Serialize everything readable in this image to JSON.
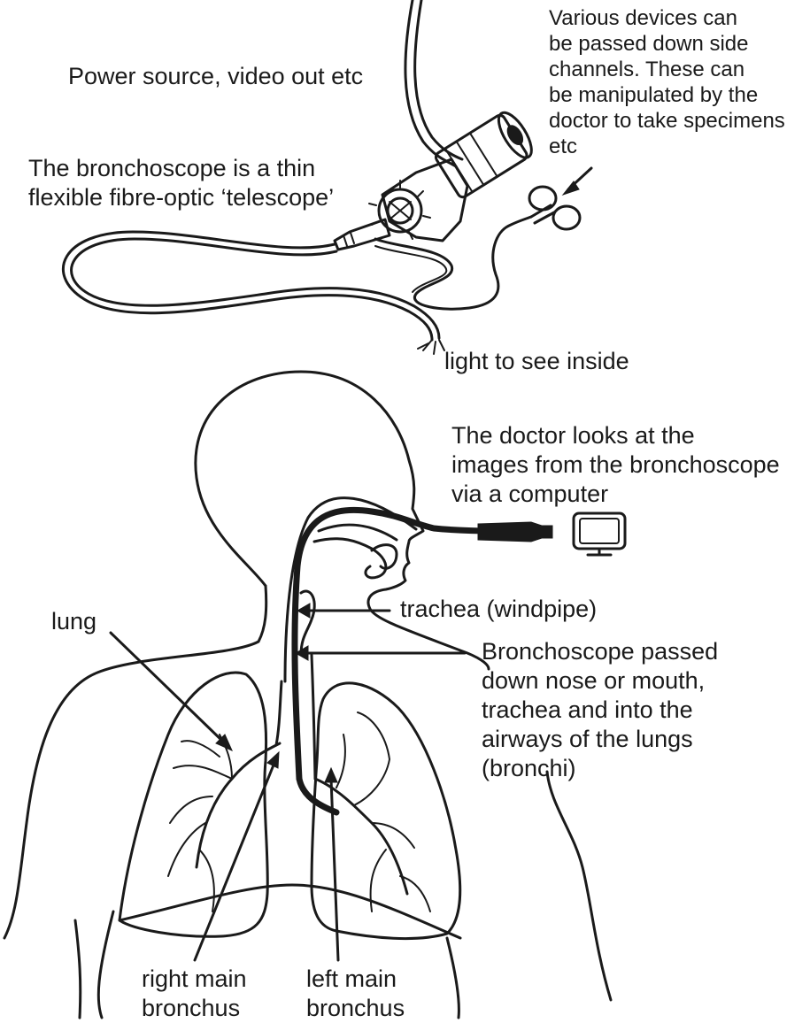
{
  "labels": {
    "power_source": "Power source, video out etc",
    "devices": [
      "Various devices can",
      "be passed down side",
      "channels. These can",
      "be manipulated by the",
      "doctor to take specimens",
      "etc"
    ],
    "bronchoscope_desc": [
      "The bronchoscope is a thin",
      "flexible fibre-optic ‘telescope’"
    ],
    "light": "light to see inside",
    "doctor": [
      "The doctor looks at the",
      "images from the bronchoscope",
      "via a computer"
    ],
    "lung": "lung",
    "trachea": "trachea (windpipe)",
    "passed": [
      "Bronchoscope passed",
      "down nose or mouth,",
      "trachea and into the",
      "airways of the lungs",
      "(bronchi)"
    ],
    "right_bronchus": [
      "right main",
      "bronchus"
    ],
    "left_bronchus": [
      "left main",
      "bronchus"
    ]
  },
  "icons": {
    "monitor": "computer-monitor-icon",
    "forceps": "forceps-icon",
    "bronchoscope": "bronchoscope-device-icon"
  },
  "colors": {
    "ink": "#1a1a1a",
    "background": "#ffffff"
  }
}
